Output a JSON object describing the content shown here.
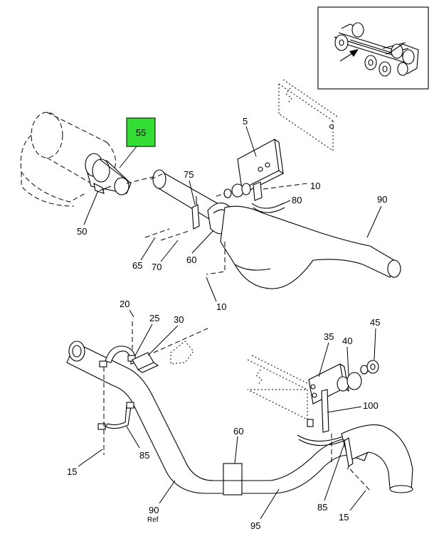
{
  "highlight_color": "#33dd33",
  "callouts": {
    "c5": "5",
    "c10a": "10",
    "c10b": "10",
    "c15a": "15",
    "c15b": "15",
    "c20": "20",
    "c25": "25",
    "c30": "30",
    "c35": "35",
    "c40": "40",
    "c45": "45",
    "c50": "50",
    "c55": "55",
    "c60a": "60",
    "c60b": "60",
    "c65": "65",
    "c70": "70",
    "c75": "75",
    "c80": "80",
    "c85a": "85",
    "c85b": "85",
    "c90a": "90",
    "c90b": "90",
    "c90b_sub": "Ref",
    "c95": "95",
    "c100": "100"
  }
}
